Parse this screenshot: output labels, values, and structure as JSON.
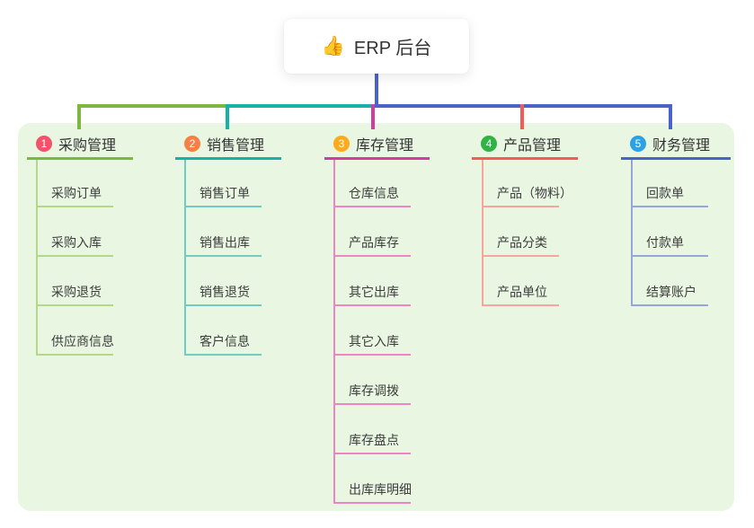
{
  "root": {
    "label": "ERP 后台",
    "icon_glyph": "👍"
  },
  "colors": {
    "panel_bg": "#e9f6e2",
    "root_line": "#4a63c8"
  },
  "branches": [
    {
      "badge": "1",
      "label": "采购管理",
      "badge_color": "#f4516c",
      "line_color": "#7cb83e",
      "sub_line_color": "#b3d88a",
      "children": [
        "采购订单",
        "采购入库",
        "采购退货",
        "供应商信息"
      ]
    },
    {
      "badge": "2",
      "label": "销售管理",
      "badge_color": "#f87f46",
      "line_color": "#14b3a5",
      "sub_line_color": "#6fccc1",
      "children": [
        "销售订单",
        "销售出库",
        "销售退货",
        "客户信息"
      ]
    },
    {
      "badge": "3",
      "label": "库存管理",
      "badge_color": "#fbab1c",
      "line_color": "#d23ca0",
      "sub_line_color": "#ec85c1",
      "children": [
        "仓库信息",
        "产品库存",
        "其它出库",
        "其它入库",
        "库存调拨",
        "库存盘点",
        "出库库明细"
      ]
    },
    {
      "badge": "4",
      "label": "产品管理",
      "badge_color": "#2fb344",
      "line_color": "#f45b55",
      "sub_line_color": "#f8a39d",
      "children": [
        "产品（物料）",
        "产品分类",
        "产品单位"
      ]
    },
    {
      "badge": "5",
      "label": "财务管理",
      "badge_color": "#2ba2e3",
      "line_color": "#4a63c8",
      "sub_line_color": "#94a6db",
      "children": [
        "回款单",
        "付款单",
        "结算账户"
      ]
    }
  ]
}
